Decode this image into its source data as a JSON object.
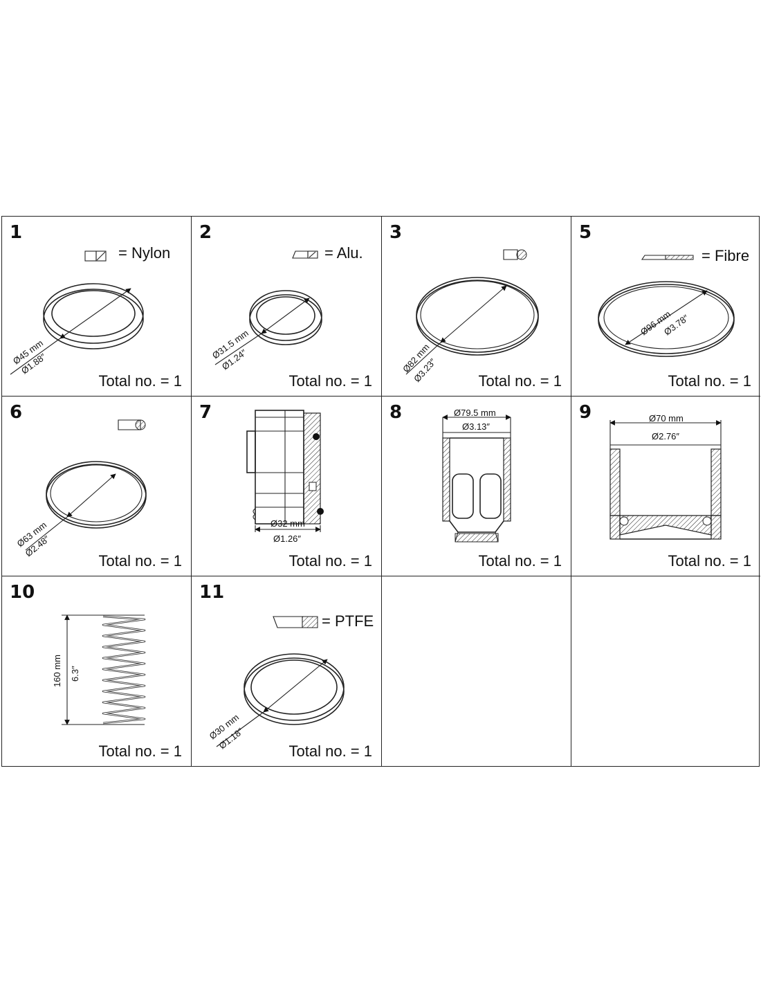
{
  "items": [
    {
      "number": "1",
      "material": "= Nylon",
      "dim_mm": "Ø45 mm",
      "dim_in": "Ø1.88″",
      "total": "Total no. = 1"
    },
    {
      "number": "2",
      "material": "= Alu.",
      "dim_mm": "Ø31.5 mm",
      "dim_in": "Ø1.24″",
      "total": "Total no. = 1"
    },
    {
      "number": "3",
      "material": "",
      "dim_mm": "Ø82 mm",
      "dim_in": "Ø3.23″",
      "total": "Total no. = 1"
    },
    {
      "number": "5",
      "material": "= Fibre",
      "dim_mm": "Ø96 mm",
      "dim_in": "Ø3.78″",
      "total": "Total no. = 1"
    },
    {
      "number": "6",
      "material": "",
      "dim_mm": "Ø63 mm",
      "dim_in": "Ø2.48″",
      "total": "Total no. = 1"
    },
    {
      "number": "7",
      "material": "",
      "dim_mm": "Ø32 mm",
      "dim_in": "Ø1.26″",
      "total": "Total no. = 1"
    },
    {
      "number": "8",
      "material": "",
      "dim_mm": "Ø79.5 mm",
      "dim_in": "Ø3.13″",
      "total": "Total no. = 1"
    },
    {
      "number": "9",
      "material": "",
      "dim_mm": "Ø70 mm",
      "dim_in": "Ø2.76″",
      "total": "Total no. = 1"
    },
    {
      "number": "10",
      "material": "",
      "dim_mm": "160 mm",
      "dim_in": "6.3″",
      "total": "Total no. = 1"
    },
    {
      "number": "11",
      "material": "= PTFE",
      "dim_mm": "Ø30 mm",
      "dim_in": "Ø1.18″",
      "total": "Total no. = 1"
    }
  ]
}
